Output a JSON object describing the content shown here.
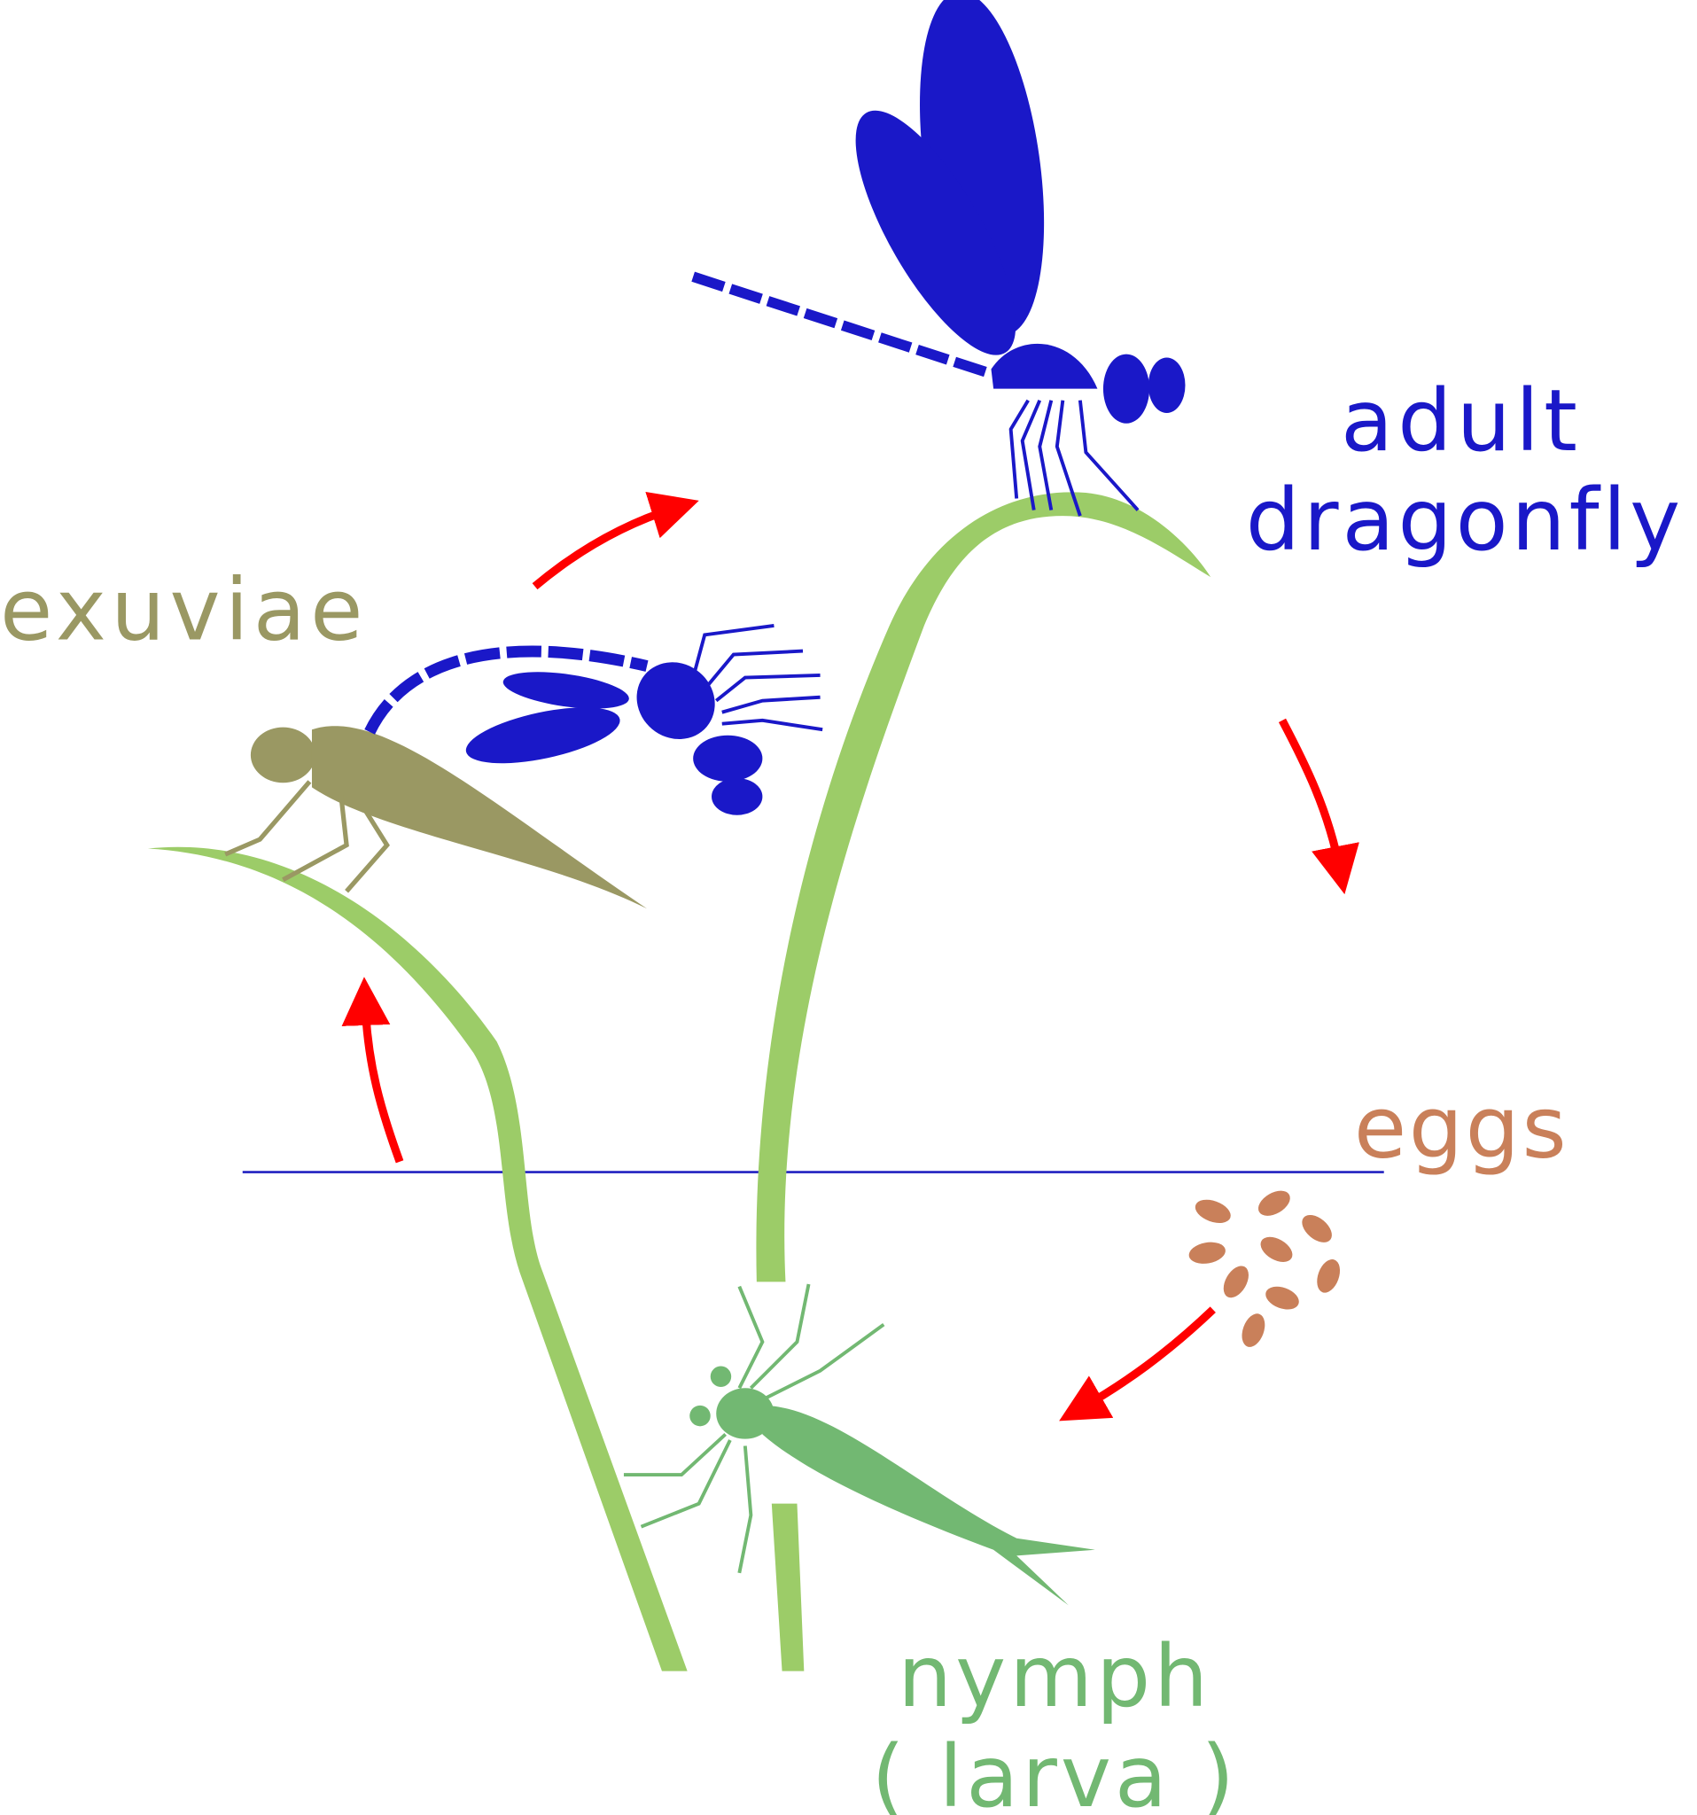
{
  "labels": {
    "adult_line1": "adult",
    "adult_line2": "dragonfly",
    "exuviae": "exuviae",
    "eggs": "eggs",
    "nymph_line1": "nymph",
    "nymph_line2": "( larva )"
  },
  "colors": {
    "adult": "#1a18c8",
    "exuviae": "#9a9863",
    "eggs": "#c9805a",
    "nymph": "#72b872",
    "stem": "#9ccc68",
    "arrow": "#ff0000",
    "water_line": "#2020c0"
  },
  "stages": [
    "eggs",
    "nymph (larva)",
    "exuviae",
    "adult dragonfly"
  ],
  "arrows": [
    "eggs-to-nymph",
    "nymph-to-exuviae",
    "exuviae-to-adult",
    "adult-to-eggs"
  ]
}
